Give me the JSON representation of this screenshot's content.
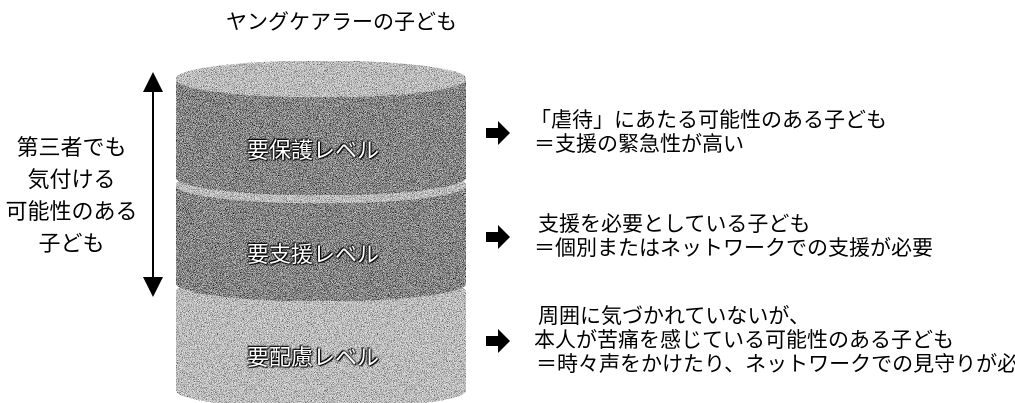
{
  "title": "ヤングケアラーの子ども",
  "side_label": [
    "第三者でも",
    "気付ける",
    "可能性のある",
    "子ども"
  ],
  "levels": [
    {
      "label": "要保護レベル",
      "description": [
        "「虐待」にあたる可能性のある子ども",
        "＝支援の緊急性が高い"
      ]
    },
    {
      "label": "要支援レベル",
      "description": [
        "支援を必要としている子ども",
        "＝個別またはネットワークでの支援が必要"
      ]
    },
    {
      "label": "要配慮レベル",
      "description": [
        "周囲に気づかれていないが、",
        "本人が苦痛を感じている可能性のある子ども",
        "＝時々声をかけたり、ネットワークでの見守りが必要"
      ]
    }
  ]
}
